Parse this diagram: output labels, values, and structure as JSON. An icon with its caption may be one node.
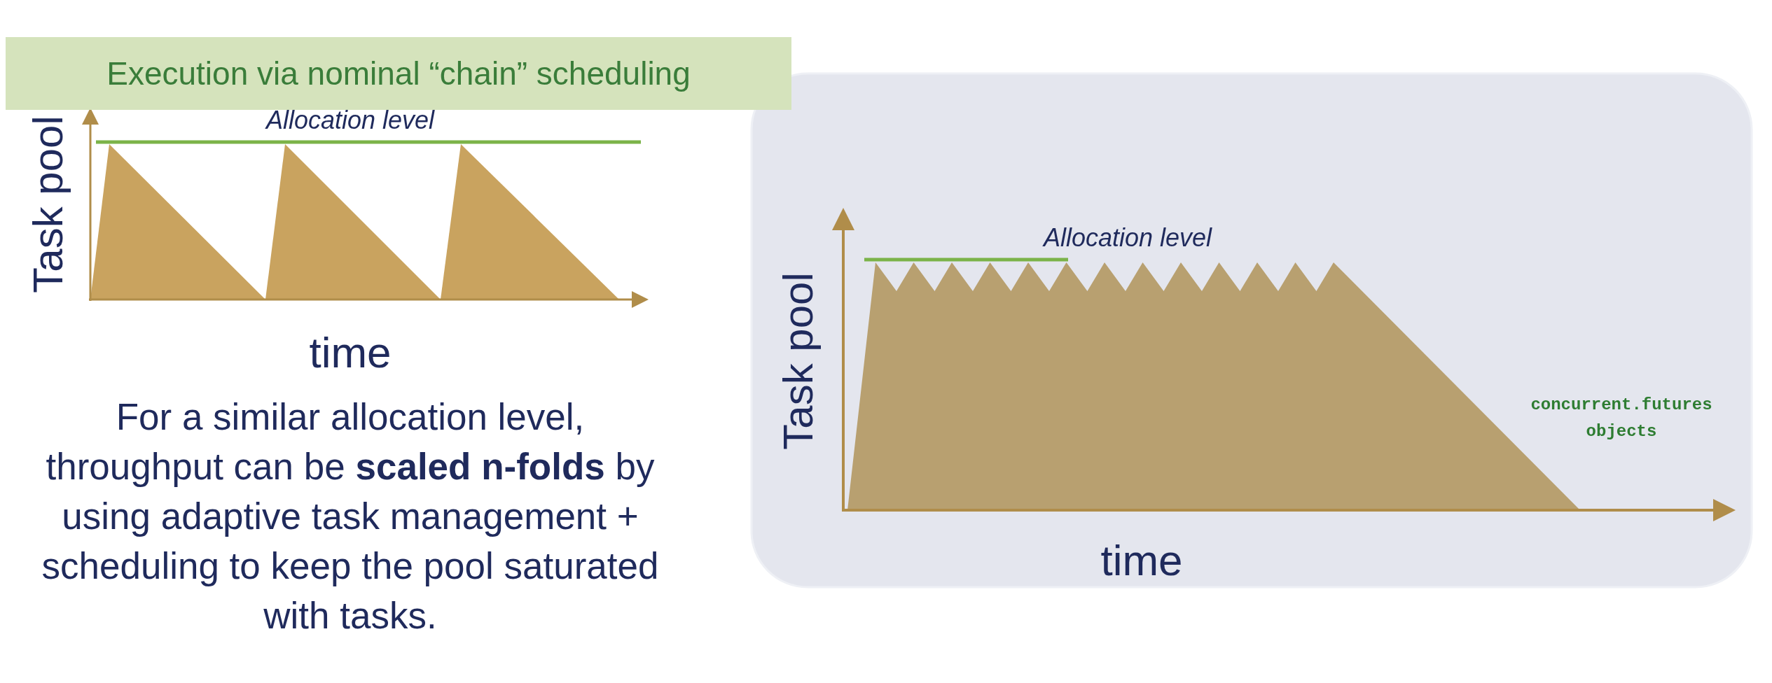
{
  "diagram": {
    "labels": [
      "Execution via nominal “chain” scheduling",
      "Allocation level",
      "Task pool",
      "time",
      "For a similar allocation level, throughput can be **scaled n-folds** by using adaptive task management + scheduling to keep the pool saturated with tasks.",
      "Allocation level",
      "Task pool",
      "time",
      "concurrent.futures objects"
    ]
  }
}
